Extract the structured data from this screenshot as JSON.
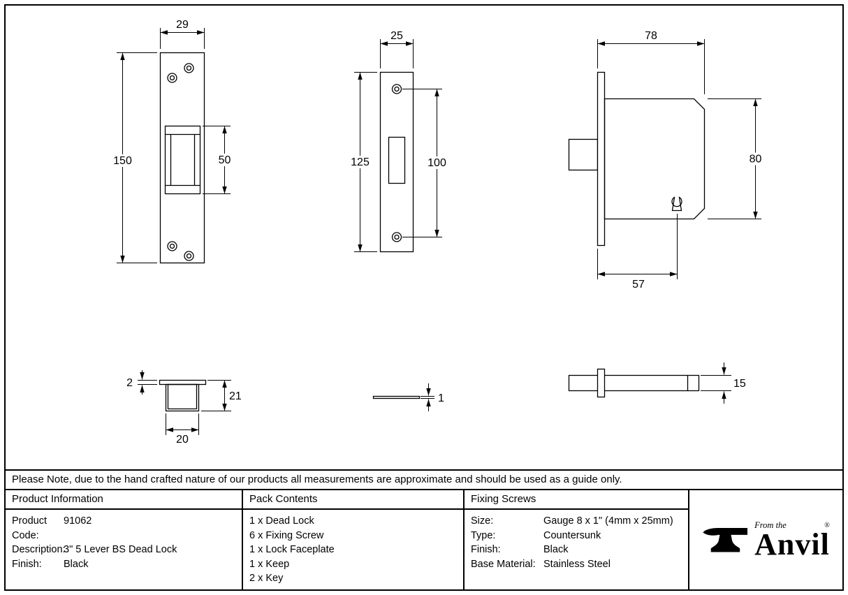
{
  "note": "Please Note, due to the hand crafted nature of our products all measurements are approximate and should be used as a guide only.",
  "drawings": {
    "keep_front": {
      "width": "29",
      "height": "150",
      "cutout_height": "50"
    },
    "faceplate_front": {
      "width": "25",
      "height": "125",
      "hole_spacing": "100"
    },
    "lock_body": {
      "depth": "78",
      "height": "80",
      "backset": "57"
    },
    "keep_section": {
      "plate_thickness": "2",
      "depth": "21",
      "width": "20"
    },
    "faceplate_edge": {
      "thickness": "1"
    },
    "bolt_side": {
      "height": "15"
    }
  },
  "table": {
    "product_info": {
      "header": "Product Information",
      "rows": [
        {
          "label": "Product Code:",
          "value": "91062"
        },
        {
          "label": "Description:",
          "value": "3\" 5 Lever BS Dead Lock"
        },
        {
          "label": "Finish:",
          "value": "Black"
        }
      ]
    },
    "pack_contents": {
      "header": "Pack Contents",
      "items": [
        "1 x Dead Lock",
        "6 x Fixing Screw",
        "1 x Lock Faceplate",
        "1 x Keep",
        "2 x Key"
      ]
    },
    "fixing_screws": {
      "header": "Fixing Screws",
      "rows": [
        {
          "label": "Size:",
          "value": "Gauge 8 x 1\" (4mm x 25mm)"
        },
        {
          "label": "Type:",
          "value": "Countersunk"
        },
        {
          "label": "Finish:",
          "value": "Black"
        },
        {
          "label": "Base Material:",
          "value": "Stainless Steel"
        }
      ]
    }
  },
  "brand": {
    "tagline": "From the",
    "name": "Anvil",
    "registered": "®"
  },
  "colors": {
    "ink": "#000000",
    "paper": "#ffffff"
  }
}
